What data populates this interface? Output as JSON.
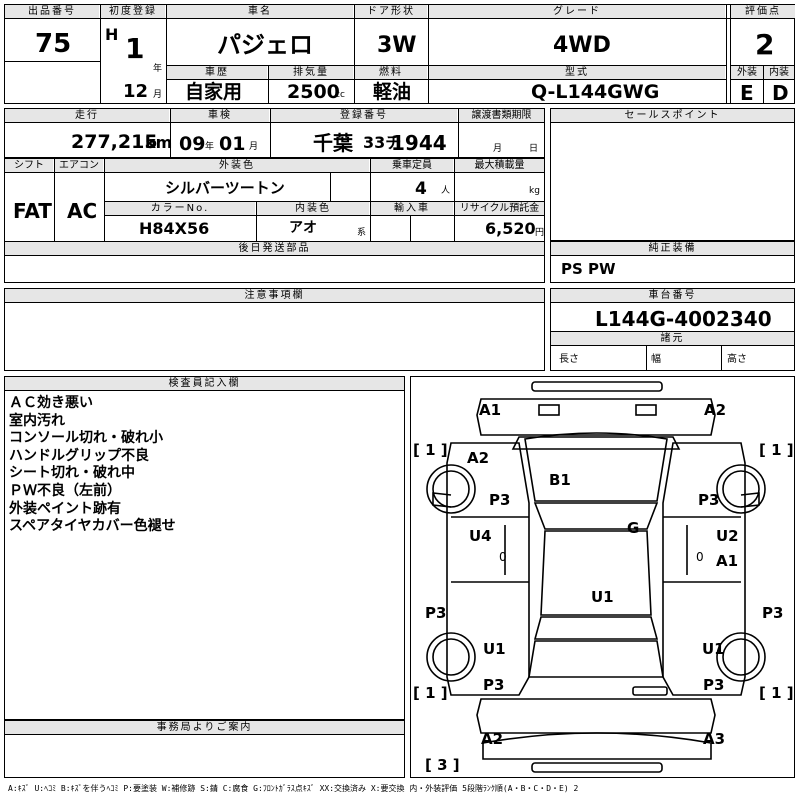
{
  "header": {
    "lot_label": "出品番号",
    "lot_value": "75",
    "first_reg_label": "初度登録",
    "era": "H",
    "year": "1",
    "year_unit": "年",
    "month": "12",
    "month_unit": "月",
    "car_name_label": "車名",
    "car_name": "パジェロ",
    "door_label": "ドア形状",
    "door": "3W",
    "grade_label": "グレード",
    "grade": "4WD",
    "score_label": "評価点",
    "score": "2",
    "history_label": "車歴",
    "history": "自家用",
    "displacement_label": "排気量",
    "displacement": "2500",
    "displacement_unit": "cc",
    "fuel_label": "燃料",
    "fuel": "軽油",
    "model_label": "型式",
    "model": "Q-L144GWG",
    "exterior_label": "外装",
    "exterior": "E",
    "interior_label": "内装",
    "interior": "D"
  },
  "row2": {
    "mileage_label": "走行",
    "mileage": "277,215",
    "mileage_unit": "km",
    "inspection_label": "車検",
    "insp_year": "09",
    "insp_year_unit": "年",
    "insp_month": "01",
    "insp_month_unit": "月",
    "reg_no_label": "登録番号",
    "reg_area": "千葉",
    "reg_class": "33チ",
    "reg_number": "1944",
    "transfer_label": "譲渡書類期限",
    "transfer_month": "月",
    "transfer_day": "日",
    "sales_point_label": "セールスポイント"
  },
  "row3": {
    "shift_label": "シフト",
    "shift": "FAT",
    "aircon_label": "エアコン",
    "aircon": "AC",
    "ext_color_label": "外装色",
    "ext_color": "シルバーツートン",
    "capacity_label": "乗車定員",
    "capacity": "4",
    "capacity_unit": "人",
    "max_load_label": "最大積載量",
    "max_load_unit": "kg",
    "color_no_label": "カラーNo.",
    "color_no": "H84X56",
    "int_color_label": "内装色",
    "int_color": "アオ",
    "int_color_unit": "系",
    "import_label": "輸入車",
    "recycle_label": "リサイクル預託金",
    "recycle": "6,520",
    "recycle_unit": "円"
  },
  "later_parts_label": "後日発送部品",
  "equipment_label": "純正装備",
  "equipment": "PS PW",
  "notes_label": "注意事項欄",
  "chassis_label": "車台番号",
  "chassis": "L144G-4002340",
  "specs_label": "諸元",
  "length_label": "長さ",
  "width_label": "幅",
  "height_label": "高さ",
  "inspector_label": "検査員記入欄",
  "inspector_notes": [
    "ＡＣ効き悪い",
    "室内汚れ",
    "コンソール切れ・破れ小",
    "ハンドルグリップ不良",
    "シート切れ・破れ中",
    "ＰＷ不良（左前）",
    "外装ペイント跡有",
    "スペアタイヤカバー色褪せ"
  ],
  "office_label": "事務局よりご案内",
  "diagram": {
    "marks": {
      "front_left": "A1",
      "front_right": "A2",
      "fl_fender": "A2",
      "hood": "B1",
      "fl_door_side": "P3",
      "fr_door_side": "P3",
      "roof": "G",
      "left_door": "U4",
      "right_door": "U2",
      "right_door2": "A1",
      "cabin": "U1",
      "left_quarter": "P3",
      "right_quarter": "P3",
      "rear_left_panel": "U1",
      "rear_right_panel": "U1",
      "rear_left_low": "P3",
      "rear_right_low": "P3",
      "rear_left": "A2",
      "rear_right": "A3",
      "zero_left": "0",
      "zero_right": "0"
    },
    "tires": {
      "fl": "[ 1 ]",
      "fr": "[ 1 ]",
      "rl": "[ 1 ]",
      "rr": "[ 1 ]",
      "spare": "[ 3 ]"
    }
  },
  "legend": "A:ｷｽﾞ U:ﾍｺﾐ B:ｷｽﾞを伴うﾍｺﾐ P:要塗装 W:補修跡 S:錆 C:腐食 G:ﾌﾛﾝﾄｶﾞﾗｽ点ｷｽﾞ XX:交換済み X:要交換 内・外装評価 5段階ﾗﾝｸ順(A・B・C・D・E) 2"
}
